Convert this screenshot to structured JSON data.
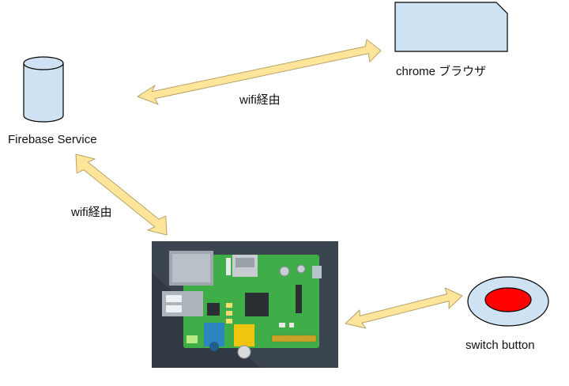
{
  "nodes": {
    "firebase": {
      "label": "Firebase Service",
      "icon": "database-cylinder-icon"
    },
    "browser": {
      "label": "chrome ブラウザ",
      "icon": "document-icon"
    },
    "raspberry_pi": {
      "label": "",
      "icon": "raspberry-pi-board-icon"
    },
    "switch": {
      "label": "switch button",
      "icon": "push-button-icon"
    }
  },
  "edges": [
    {
      "from": "firebase",
      "to": "browser",
      "label": "wifi経由",
      "direction": "bidirectional"
    },
    {
      "from": "firebase",
      "to": "raspberry_pi",
      "label": "wifi経由",
      "direction": "bidirectional"
    },
    {
      "from": "raspberry_pi",
      "to": "switch",
      "label": "",
      "direction": "bidirectional"
    }
  ],
  "colors": {
    "node_fill": "#cfe2f3",
    "arrow_fill": "#ffe599",
    "arrow_stroke": "#b5a369",
    "button_red": "#ff0000",
    "board_green": "#3fae49",
    "board_bg": "#3b4550"
  }
}
